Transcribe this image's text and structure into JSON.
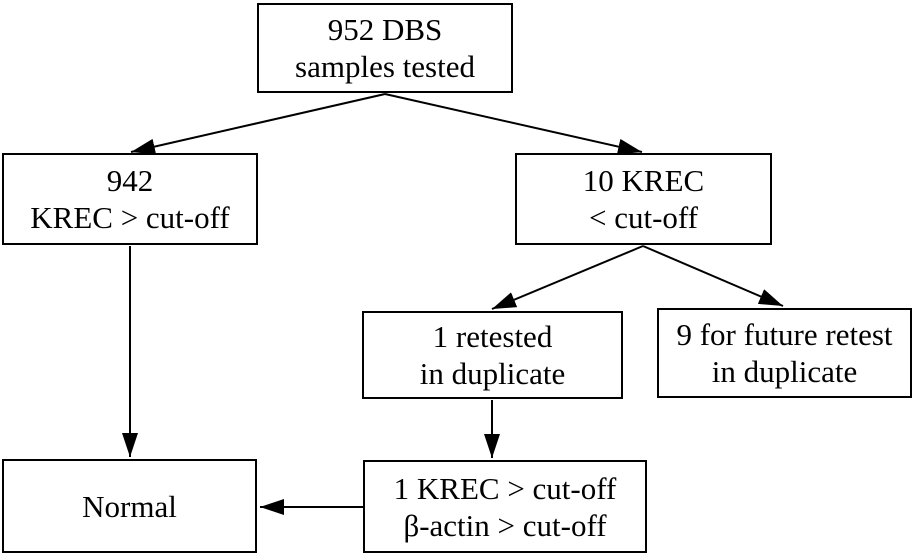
{
  "colors": {
    "background": "#ffffff",
    "box_border": "#000000",
    "text": "#000000",
    "arrow": "#000000"
  },
  "nodes": {
    "samples_tested": {
      "lines": [
        "952 DBS",
        "samples tested"
      ]
    },
    "krec_above": {
      "lines": [
        "942",
        "KREC > cut-off"
      ]
    },
    "krec_below": {
      "lines": [
        "10 KREC",
        "< cut-off"
      ]
    },
    "retested": {
      "lines": [
        "1 retested",
        "in duplicate"
      ]
    },
    "future_retest": {
      "lines": [
        "9 for future retest",
        "in duplicate"
      ]
    },
    "retest_result": {
      "lines": [
        "1 KREC > cut-off",
        "β-actin > cut-off"
      ]
    },
    "normal": {
      "lines": [
        "Normal"
      ]
    }
  },
  "edges": [
    {
      "from": "samples_tested",
      "to": "krec_above"
    },
    {
      "from": "samples_tested",
      "to": "krec_below"
    },
    {
      "from": "krec_below",
      "to": "retested"
    },
    {
      "from": "krec_below",
      "to": "future_retest"
    },
    {
      "from": "krec_above",
      "to": "normal"
    },
    {
      "from": "retested",
      "to": "retest_result"
    },
    {
      "from": "retest_result",
      "to": "normal"
    }
  ]
}
